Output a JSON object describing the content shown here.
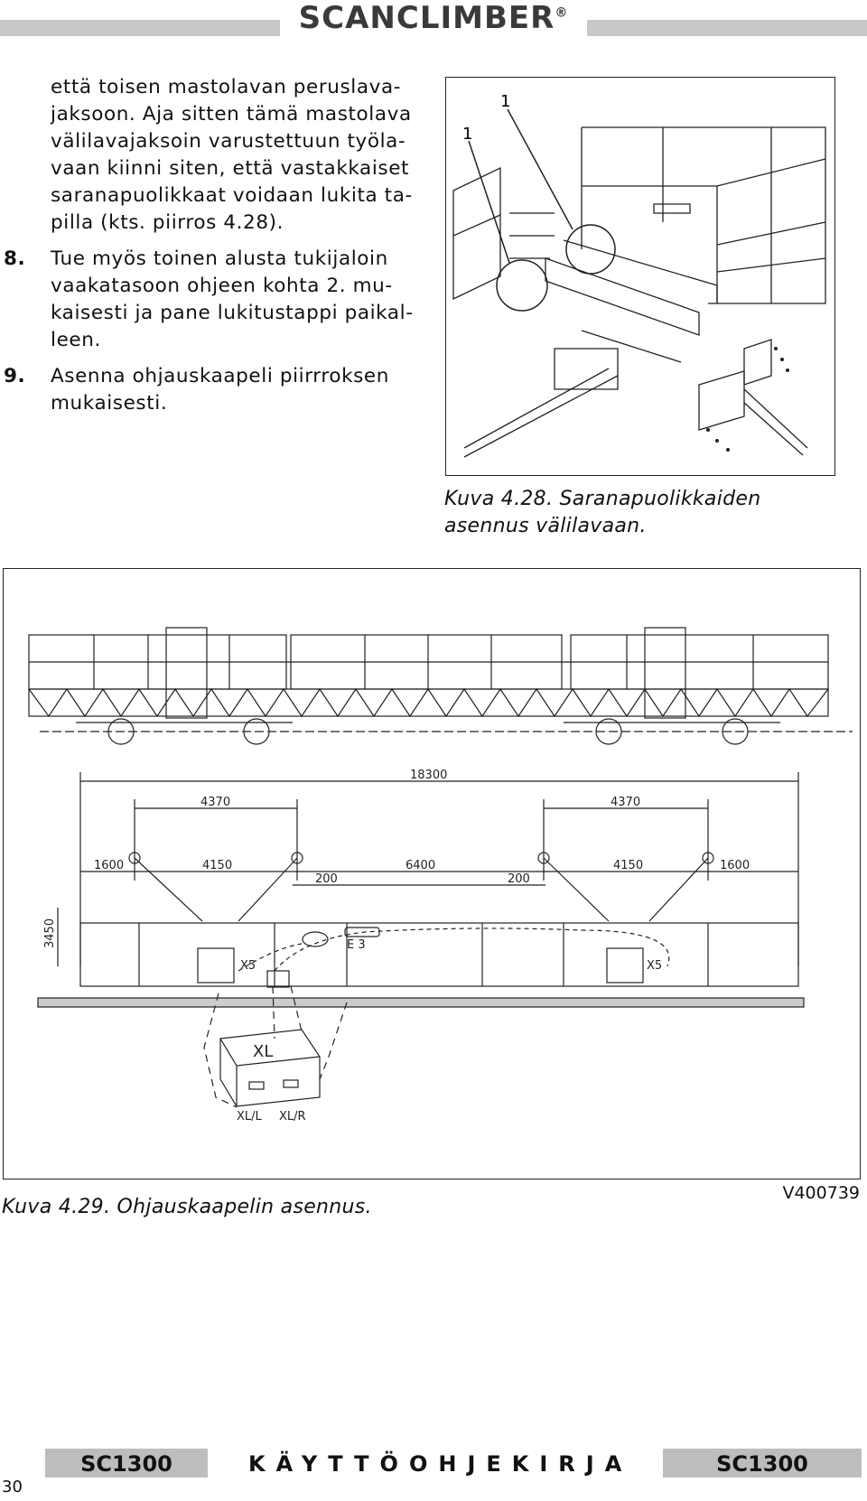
{
  "header": {
    "brand": "SCANCLIMBER",
    "brand_mark": "®"
  },
  "body_text": {
    "intro": "että  toisen mastolavan peruslava-jaksoon. Aja sitten tämä mastolava välilavajaksoin varustettuun työla-vaan kiinni siten, että vastakkaiset saranapuolikkaat voidaan lukita ta-pilla (kts. piirros 4.28).",
    "step8_num": "8.",
    "step8_text": "Tue myös toinen alusta tukijaloin vaakatasoon ohjeen kohta 2. mu-kaisesti ja pane lukitustappi paikal-leen.",
    "step9_num": "9.",
    "step9_text": "Asenna ohjauskaapeli piirrroksen mukaisesti."
  },
  "figure1": {
    "callout_a": "1",
    "callout_b": "1",
    "caption_line1": "Kuva 4.28. Saranapuolikkaiden",
    "caption_line2": "asennus välilavaan."
  },
  "figure2": {
    "dim_total": "18300",
    "dim_left_span": "4370",
    "dim_right_span": "4370",
    "dim_a": "1600",
    "dim_b": "4150",
    "dim_c": "6400",
    "dim_d": "4150",
    "dim_e": "1600",
    "dim_f": "200",
    "dim_g": "200",
    "dim_height": "3450",
    "label_e3": "E 3",
    "label_x5_left": "X5",
    "label_x5_right": "X5",
    "label_xl": "XL",
    "label_xl_l": "XL/L",
    "label_xl_r": "XL/R",
    "caption": "Kuva 4.29. Ohjauskaapelin asennus.",
    "code": "V400739"
  },
  "footer": {
    "left_model": "SC1300",
    "title": "KÄYTTÖOHJEKIRJA",
    "right_model": "SC1300",
    "page": "30"
  }
}
